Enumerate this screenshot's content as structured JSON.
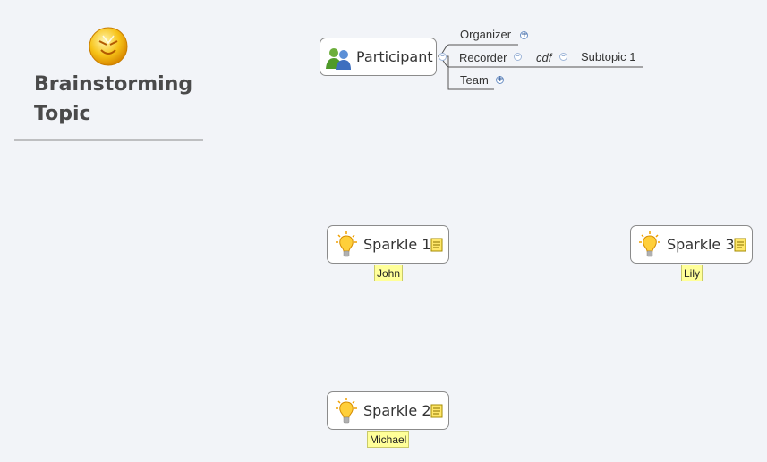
{
  "central_topic": {
    "title": "Brainstorming Topic",
    "icon": "lightbulb-face-icon"
  },
  "participant": {
    "label": "Participant",
    "icon": "people-icon",
    "subtopics": [
      {
        "label": "Organizer",
        "collapsed": true
      },
      {
        "label": "Recorder",
        "collapsed": false,
        "children": [
          {
            "label": "cdf",
            "children": [
              {
                "label": "Subtopic 1"
              }
            ]
          }
        ]
      },
      {
        "label": "Team",
        "collapsed": true
      }
    ]
  },
  "sparkles": [
    {
      "label": "Sparkle 1",
      "person": "John",
      "icon": "lightbulb-icon",
      "has_note": true
    },
    {
      "label": "Sparkle 2",
      "person": "Michael",
      "icon": "lightbulb-icon",
      "has_note": true
    },
    {
      "label": "Sparkle 3",
      "person": "Lily",
      "icon": "lightbulb-icon",
      "has_note": true
    }
  ],
  "colors": {
    "background": "#f2f4f8",
    "node_border": "#8b8b8b",
    "label_highlight": "#ffff99",
    "expand_button": "#6a8fc4"
  }
}
